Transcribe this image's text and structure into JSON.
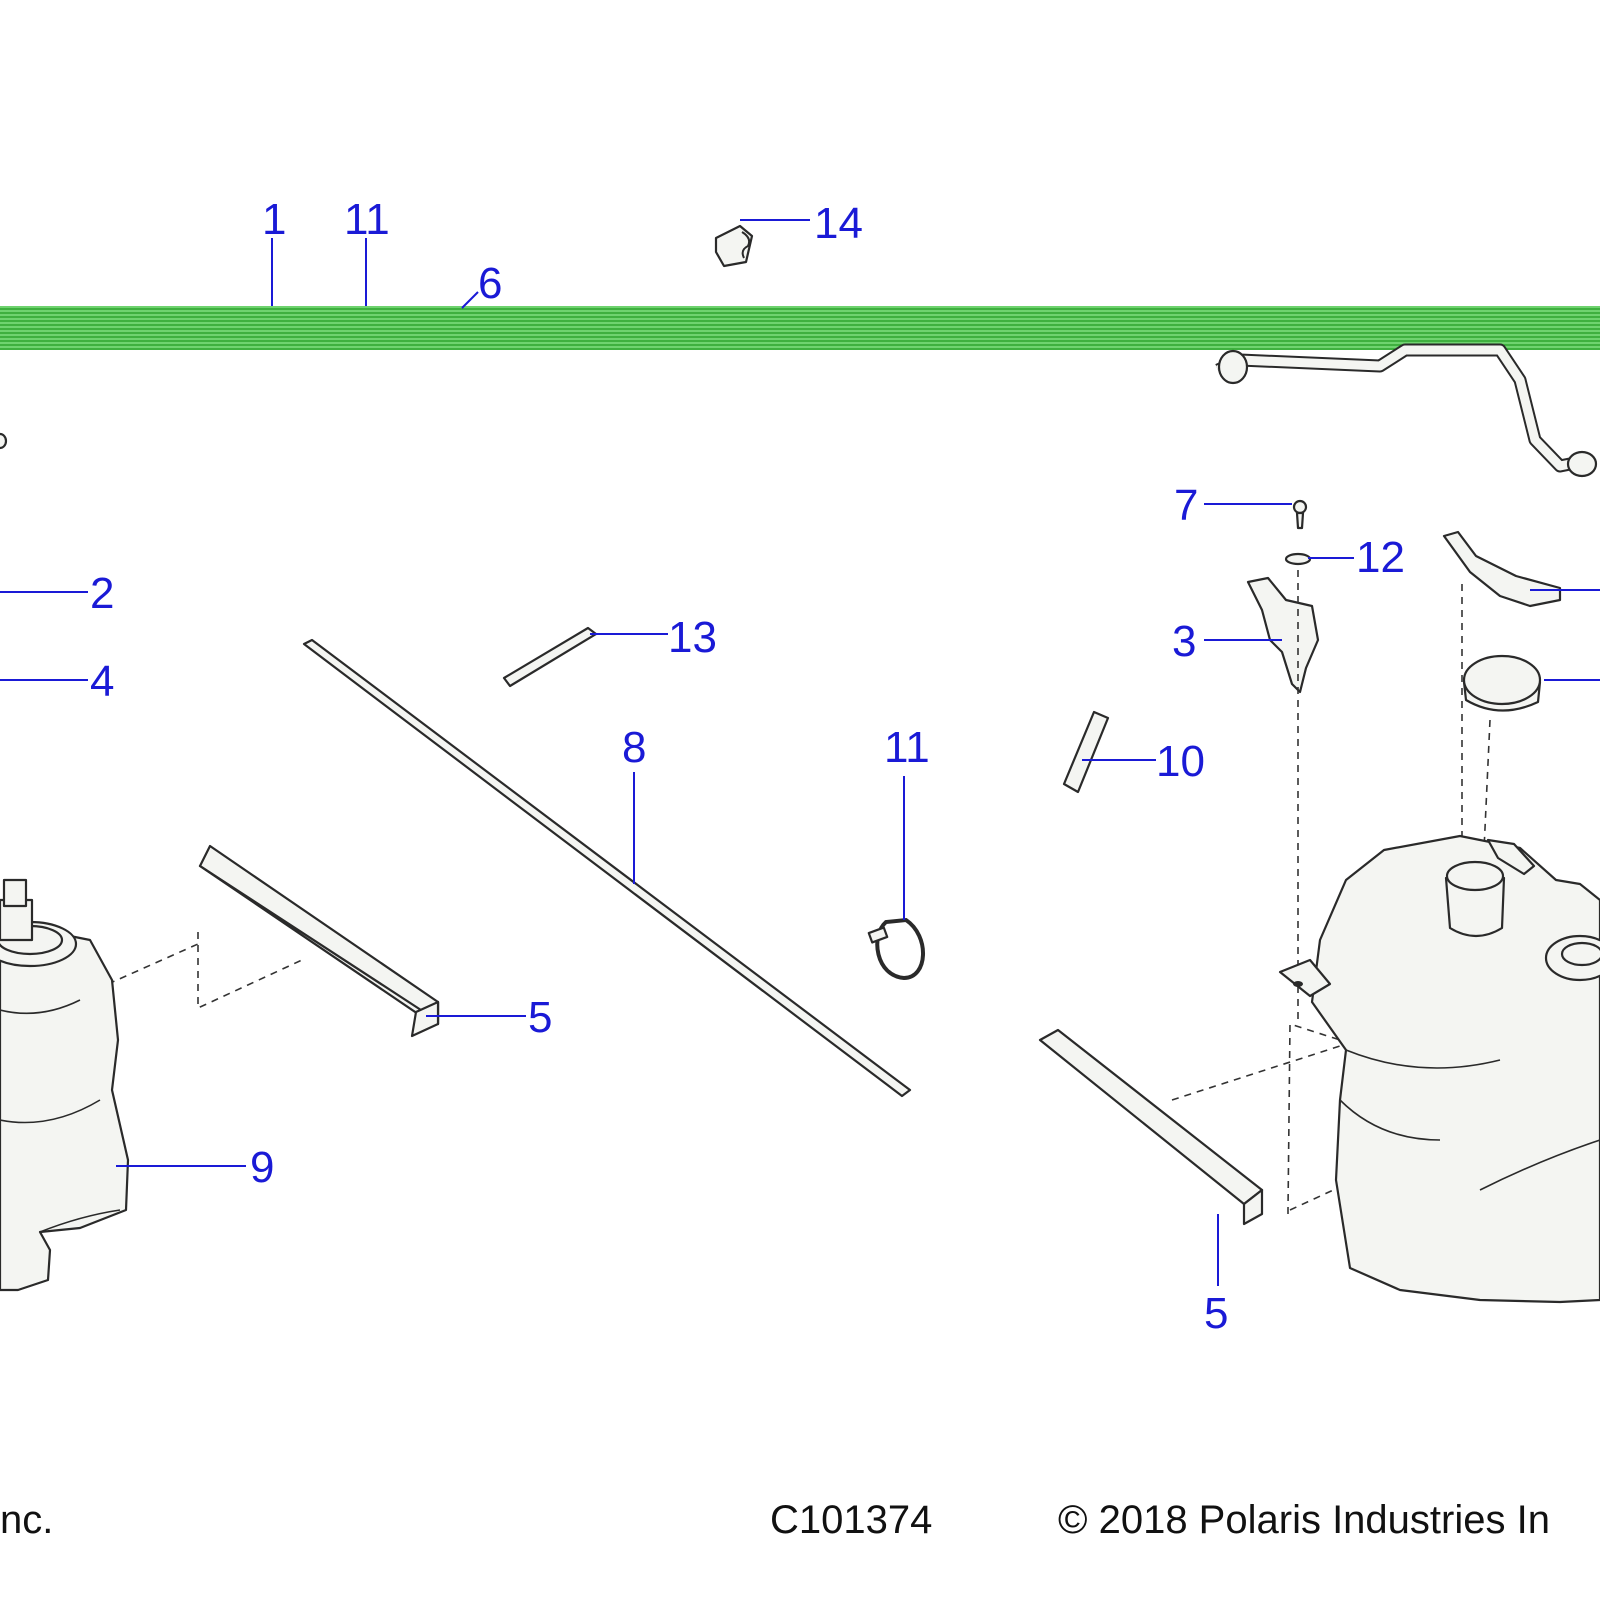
{
  "diagram": {
    "callouts": [
      {
        "id": "c1",
        "label": "1"
      },
      {
        "id": "c11a",
        "label": "11"
      },
      {
        "id": "c6",
        "label": "6"
      },
      {
        "id": "c14",
        "label": "14"
      },
      {
        "id": "c2",
        "label": "2"
      },
      {
        "id": "c4",
        "label": "4"
      },
      {
        "id": "c7",
        "label": "7"
      },
      {
        "id": "c12",
        "label": "12"
      },
      {
        "id": "c3",
        "label": "3"
      },
      {
        "id": "c13",
        "label": "13"
      },
      {
        "id": "c8",
        "label": "8"
      },
      {
        "id": "c11b",
        "label": "11"
      },
      {
        "id": "c10",
        "label": "10"
      },
      {
        "id": "c5a",
        "label": "5"
      },
      {
        "id": "c9",
        "label": "9"
      },
      {
        "id": "c5b",
        "label": "5"
      }
    ],
    "highlight_color": "#2fb52f",
    "callout_color": "#1a1ad6"
  },
  "footer": {
    "left_fragment": "nc.",
    "drawing_number": "C101374",
    "copyright": "© 2018 Polaris Industries In"
  }
}
